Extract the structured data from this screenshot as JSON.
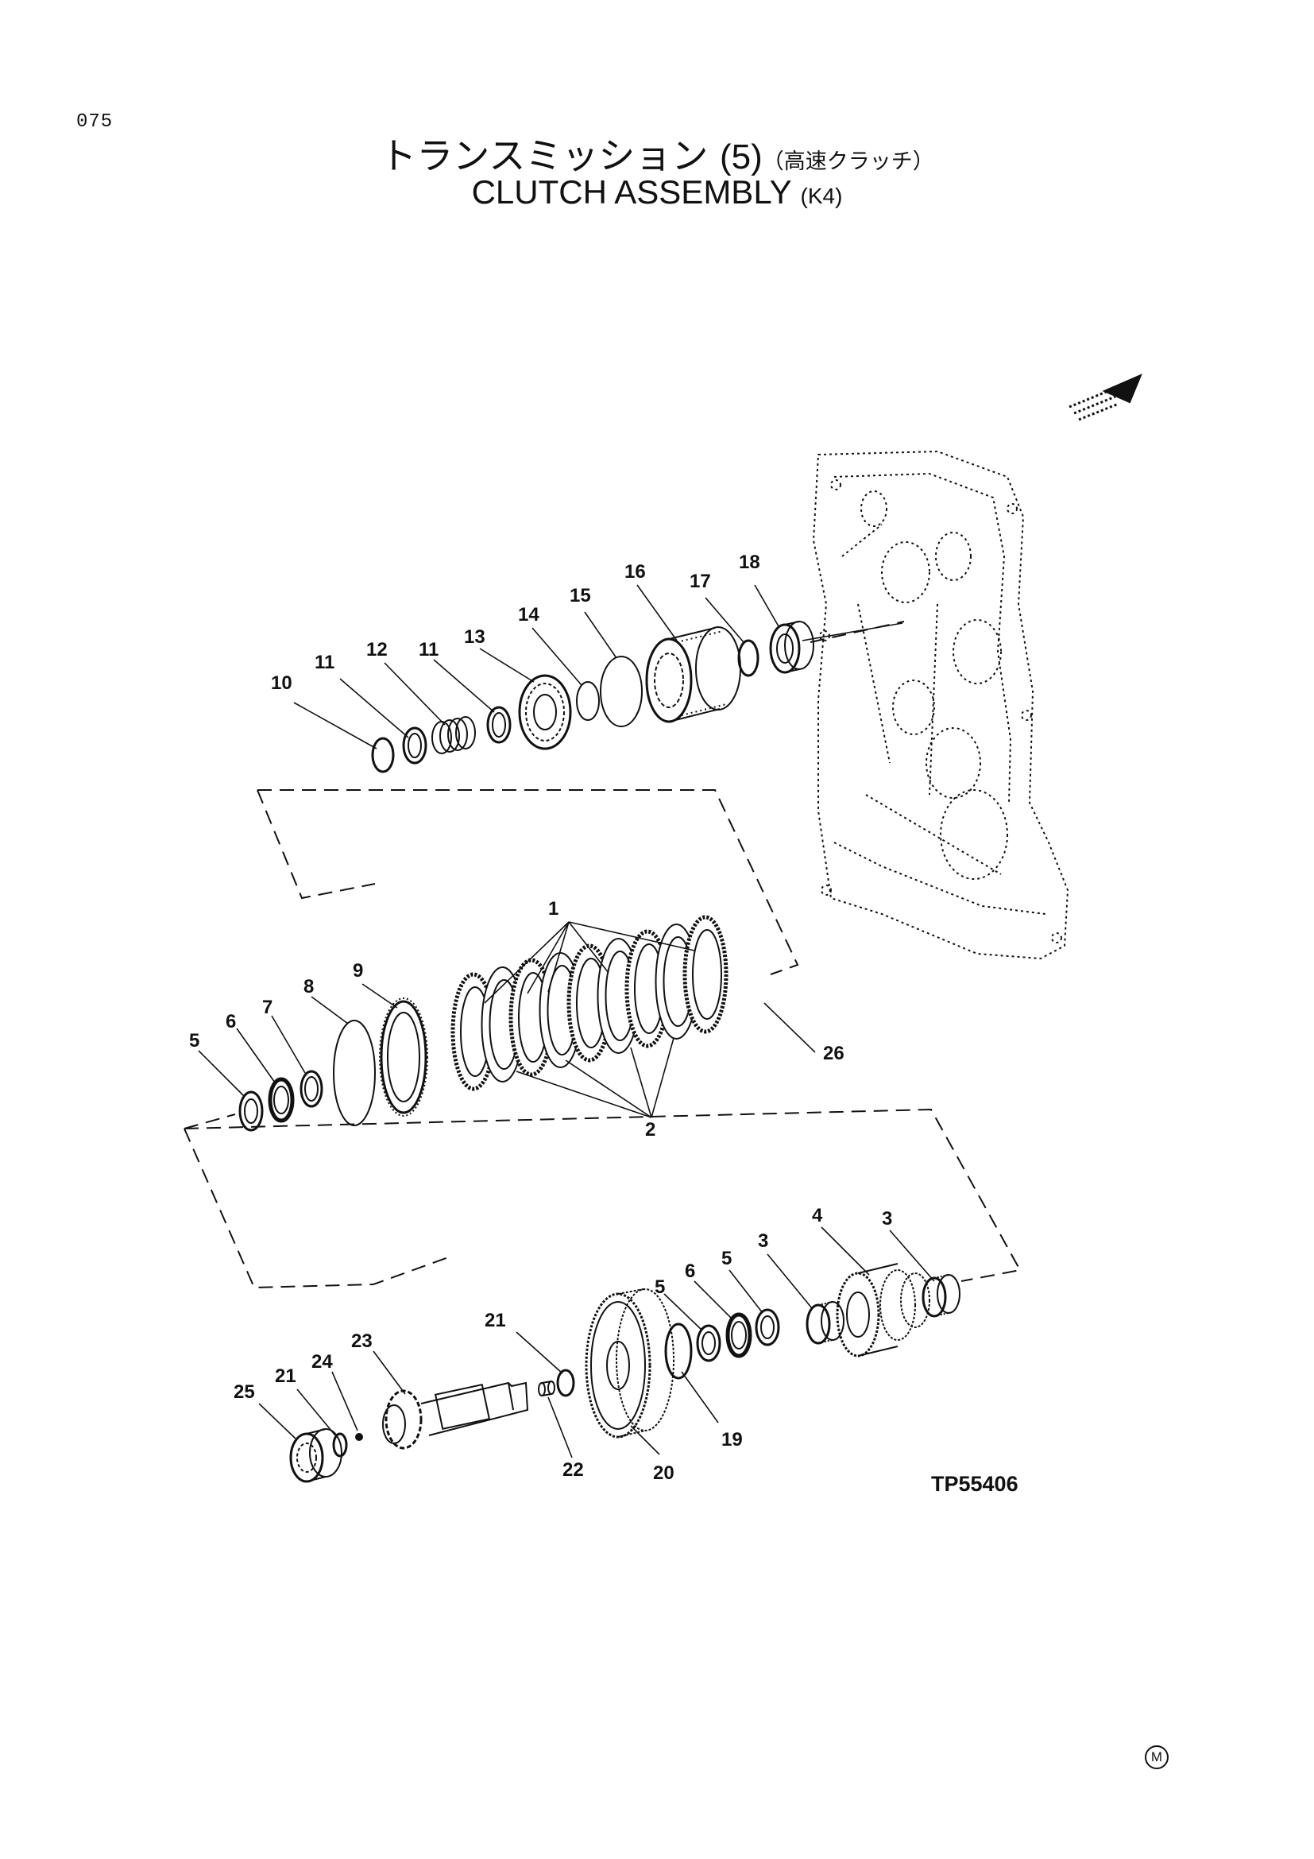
{
  "page_number": "075",
  "title_jp": {
    "main": "トランスミッション",
    "number": "(5)",
    "sub": "（高速クラッチ）"
  },
  "title_en": {
    "main": "CLUTCH  ASSEMBLY",
    "sub": "(K4)"
  },
  "callouts": {
    "c1": "1",
    "c2": "2",
    "c3a": "3",
    "c3b": "3",
    "c4": "4",
    "c5a": "5",
    "c5b": "5",
    "c5c": "5",
    "c6a": "6",
    "c6b": "6",
    "c7": "7",
    "c8": "8",
    "c9": "9",
    "c10": "10",
    "c11a": "11",
    "c11b": "11",
    "c12": "12",
    "c13": "13",
    "c14": "14",
    "c15": "15",
    "c16": "16",
    "c17": "17",
    "c18": "18",
    "c19": "19",
    "c20": "20",
    "c21a": "21",
    "c21b": "21",
    "c22": "22",
    "c23": "23",
    "c24": "24",
    "c25": "25",
    "c26": "26"
  },
  "reference_code": "TP55406",
  "corner_mark": "M"
}
